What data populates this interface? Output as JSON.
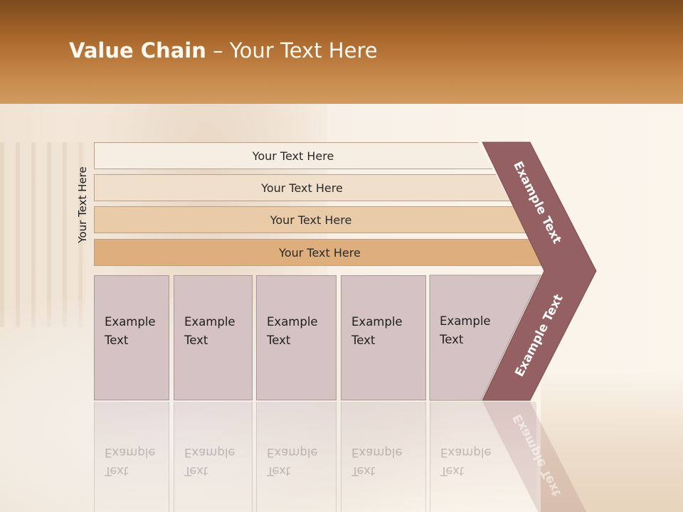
{
  "title": {
    "bold": "Value Chain",
    "rest": " – Your Text Here"
  },
  "side_label": "Your Text Here",
  "bars": [
    {
      "label": "Your Text Here",
      "color": "#f6eee3"
    },
    {
      "label": "Your Text Here",
      "color": "#f0dfcb"
    },
    {
      "label": "Your Text Here",
      "color": "#eacba8"
    },
    {
      "label": "Your Text Here",
      "color": "#deaf7d"
    }
  ],
  "columns": [
    {
      "line1": "Example",
      "line2": "Text"
    },
    {
      "line1": "Example",
      "line2": "Text"
    },
    {
      "line1": "Example",
      "line2": "Text"
    },
    {
      "line1": "Example",
      "line2": "Text"
    },
    {
      "line1": "Example",
      "line2": "Text"
    }
  ],
  "chevron": {
    "upper_label": "Example Text",
    "lower_label": "Example Text",
    "color": "#946062",
    "column_color": "#d5c3c3"
  },
  "colors": {
    "header": "#a8662b",
    "title_text": "#fff8ee"
  }
}
